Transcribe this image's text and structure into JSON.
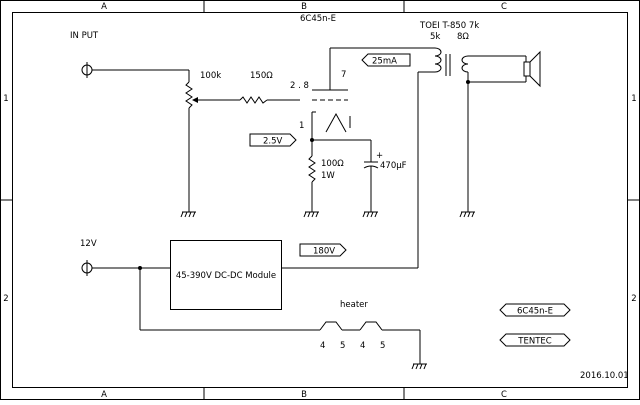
{
  "frame": {
    "columns": [
      "A",
      "B",
      "C"
    ],
    "rows": [
      "1",
      "2"
    ]
  },
  "labels": {
    "input": "IN PUT",
    "tube_top": "6C45n-E",
    "transformer": "TOEI T-850 7k",
    "tx_primary": "5k",
    "tx_secondary": "8Ω",
    "pot": "100k",
    "grid_res": "150Ω",
    "pin_grid": "2 . 8",
    "pin_plate": "7",
    "pin_cathode": "1",
    "cath_res_value": "100Ω",
    "cath_res_power": "1W",
    "cap": "470μF",
    "supply": "12V",
    "module": "45-390V DC-DC Module",
    "heater": "heater",
    "heater_pins": [
      "4",
      "5",
      "4",
      "5"
    ],
    "date": "2016.10.01"
  },
  "tags": {
    "current": "25mA",
    "cathode_voltage": "2.5V",
    "hv": "180V",
    "title_tube": "6C45n-E",
    "author": "TENTEC"
  }
}
